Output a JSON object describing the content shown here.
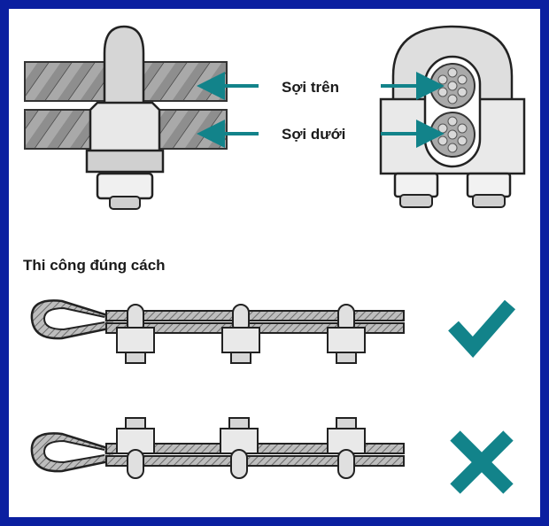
{
  "labels": {
    "upper_strand": "Sợi trên",
    "lower_strand": "Sợi dưới",
    "section_title": "Thi công đúng cách"
  },
  "icons": {
    "correct": "checkmark-icon",
    "incorrect": "cross-icon"
  },
  "colors": {
    "frame": "#0b1fa0",
    "accent": "#12838a"
  }
}
